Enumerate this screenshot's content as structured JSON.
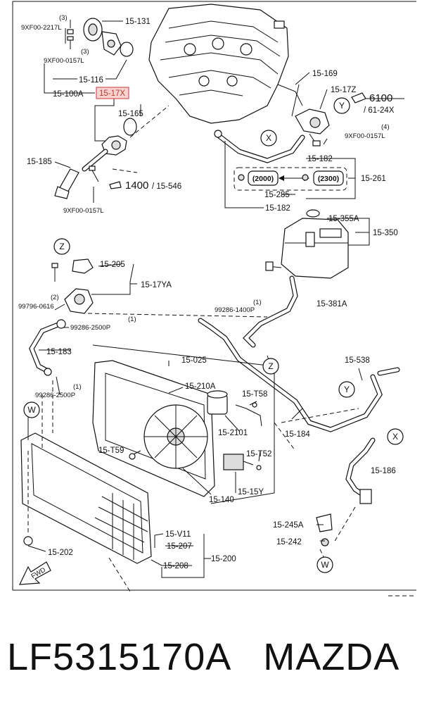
{
  "labels": {
    "p15_131": "15-131",
    "q3a": "(3)",
    "bolt_2217": "9XF00-2217L",
    "q3b": "(3)",
    "bolt_0157_a": "9XF00-0157L",
    "p15_116": "15-116",
    "p15_100a": "15-100A",
    "p15_17x": "15-17X",
    "p15_165": "15-165",
    "p15_185": "15-185",
    "ref_1400": "1400",
    "ref_15_546": "/ 15-546",
    "bolt_0157_b": "9XF00-0157L",
    "p15_169": "15-169",
    "p15_17z": "15-17Z",
    "ref_6100": "6100",
    "ref_61_24x": "/ 61-24X",
    "q4": "(4)",
    "bolt_0157_c": "9XF00-0157L",
    "p15_182_a": "15-182",
    "box_2000": "(2000)",
    "box_2300": "(2300)",
    "p15_261": "15-261",
    "p15_285": "15-285",
    "p15_182_b": "15-182",
    "p15_355a": "15-355A",
    "p15_350": "15-350",
    "p15_205": "15-205",
    "p15_17ya": "15-17YA",
    "q2": "(2)",
    "bolt_99796": "99796-0616",
    "q1a": "(1)",
    "clip_1400p": "99286-1400P",
    "p15_381a": "15-381A",
    "q1b": "(1)",
    "clip_2500p_a": "99286-2500P",
    "p15_183": "15-183",
    "q1c": "(1)",
    "clip_2500p_b": "99286-2500P",
    "p15_025": "15-025",
    "p15_210a": "15-210A",
    "p15_t58": "15-T58",
    "p15_2101": "15-2101",
    "p15_184": "15-184",
    "p15_538": "15-538",
    "p15_t59": "15-T59",
    "p15_t52": "15-T52",
    "p15_15y": "15-15Y",
    "p15_140": "15-140",
    "p15_186": "15-186",
    "p15_245a": "15-245A",
    "p15_242": "15-242",
    "p15_202": "15-202",
    "p15_v11": "15-V11",
    "p15_207": "15-207",
    "p15_208": "15-208",
    "p15_200": "15-200",
    "fwd": "FWD"
  },
  "callouts": {
    "x1": "X",
    "x2": "X",
    "y1": "Y",
    "y2": "Y",
    "z1": "Z",
    "z2": "Z",
    "w1": "W",
    "w2": "W"
  },
  "highlight_color": "#d9534f",
  "caption": "LF5315170A   MAZDA"
}
